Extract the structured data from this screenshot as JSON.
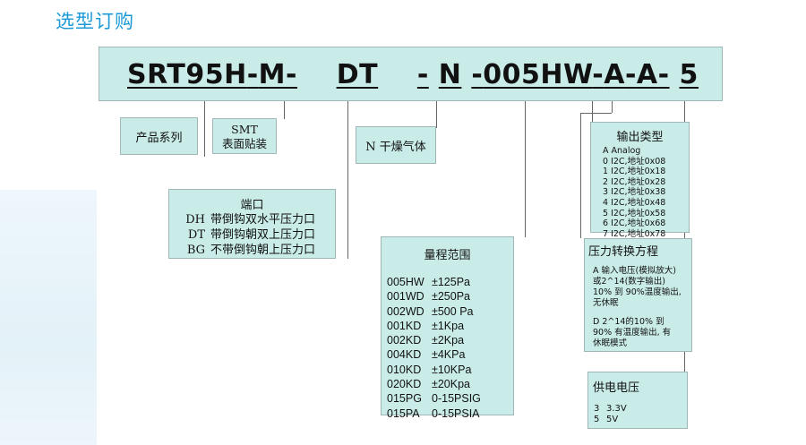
{
  "title": "选型订购",
  "code": {
    "segments": [
      "SRT95H",
      "M",
      "DT",
      "N",
      "005HW",
      "A",
      "A",
      "5"
    ],
    "separators": [
      "-",
      "-",
      "-",
      "-",
      "-",
      "-"
    ]
  },
  "series": {
    "label": "产品系列"
  },
  "package": {
    "lines": [
      "SMT",
      "表面贴装"
    ]
  },
  "gas": {
    "label": "N 干燥气体"
  },
  "port": {
    "title": "端口",
    "items": [
      {
        "code": "DH",
        "desc": "带倒钩双水平压力口"
      },
      {
        "code": "DT",
        "desc": "带倒钩朝双上压力口"
      },
      {
        "code": "BG",
        "desc": "不带倒钩朝上压力口"
      }
    ]
  },
  "range": {
    "title": "量程范围",
    "items": [
      {
        "code": "005HW",
        "value": "±125Pa"
      },
      {
        "code": "001WD",
        "value": "±250Pa"
      },
      {
        "code": "002WD",
        "value": "±500 Pa"
      },
      {
        "code": "001KD",
        "value": "±1Kpa"
      },
      {
        "code": "002KD",
        "value": "±2Kpa"
      },
      {
        "code": "004KD",
        "value": "±4KPa"
      },
      {
        "code": "010KD",
        "value": "±10KPa"
      },
      {
        "code": "020KD",
        "value": "±20Kpa"
      },
      {
        "code": "015PG",
        "value": "0-15PSIG"
      },
      {
        "code": "015PA",
        "value": "0-15PSIA"
      }
    ]
  },
  "output": {
    "title": "输出类型",
    "items": [
      "A Analog",
      "0 I2C,地址0x08",
      "1 I2C,地址0x18",
      "2 I2C,地址0x28",
      "3 I2C,地址0x38",
      "4 I2C,地址0x48",
      "5 I2C,地址0x58",
      "6 I2C,地址0x68",
      "7 I2C,地址0x78"
    ]
  },
  "conversion": {
    "title": "压力转换方程",
    "a_lines": [
      "A  输入电压(模拟放大)",
      "或2^14(数字输出)",
      "10% 到 90%温度输出,",
      "无休眠"
    ],
    "d_lines": [
      "D  2^14的10% 到",
      "90% 有温度输出, 有",
      "休眠模式"
    ]
  },
  "supply": {
    "title": "供电电压",
    "items": [
      {
        "code": "3",
        "value": "3.3V"
      },
      {
        "code": "5",
        "value": "5V"
      }
    ]
  }
}
